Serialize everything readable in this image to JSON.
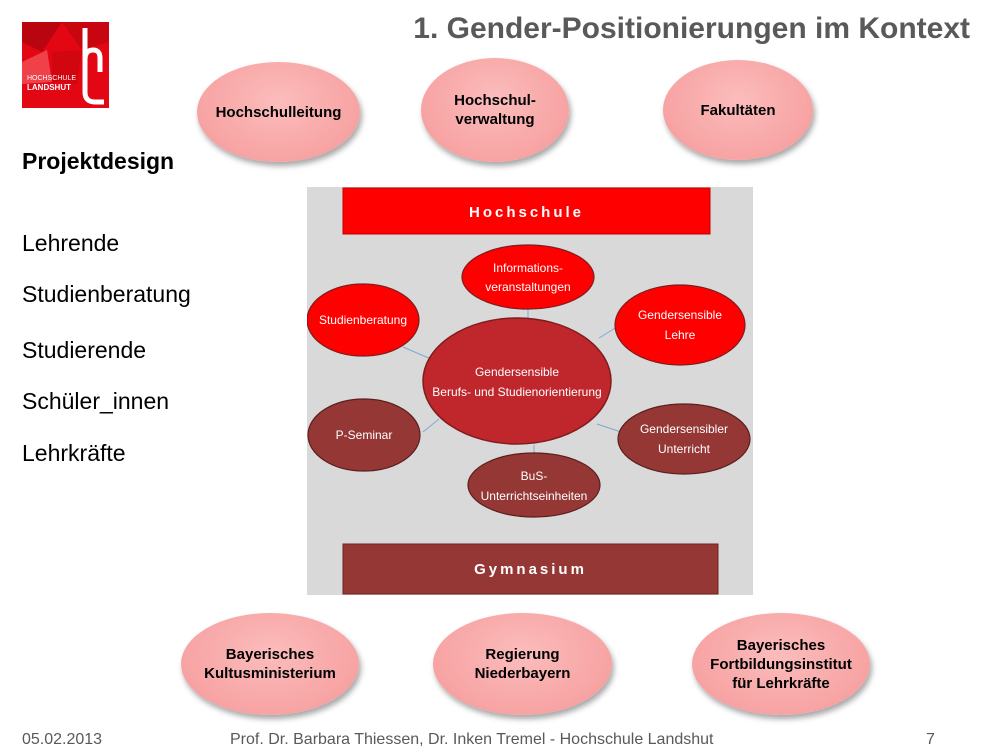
{
  "header": {
    "title": "1. Gender-Positionierungen im Kontext",
    "logo_text_line1": "HOCHSCHULE",
    "logo_text_line2": "LANDSHUT"
  },
  "top_ovals": [
    {
      "label": "Hochschulleitung"
    },
    {
      "label": "Hochschul-\nverwaltung"
    },
    {
      "label": "Fakultäten"
    }
  ],
  "sidebar": {
    "heading": "Projektdesign",
    "items": [
      "Lehrende",
      "Studienberatung",
      "Studierende",
      "Schüler_innen",
      "Lehrkräfte"
    ]
  },
  "diagram": {
    "top_bar": "Hochschule",
    "bottom_bar": "Gymnasium",
    "center": {
      "line1": "Gendersensible",
      "line2": "Berufs- und Studienorientierung"
    },
    "info": {
      "line1": "Informations-",
      "line2": "veranstaltungen"
    },
    "studienberatung": {
      "line1": "Studienberatung"
    },
    "lehre": {
      "line1": "Gendersensible",
      "line2": "Lehre"
    },
    "pseminar": {
      "line1": "P-Seminar"
    },
    "unterricht": {
      "line1": "Gendersensibler",
      "line2": "Unterricht"
    },
    "bus": {
      "line1": "BuS-",
      "line2": "Unterrichtseinheiten"
    },
    "colors": {
      "red": "#ff0000",
      "dark_red": "#953735",
      "center_red": "#c0272d",
      "panel_grey": "#d9d9d9"
    }
  },
  "bottom_ovals": [
    {
      "label": "Bayerisches\nKultusministerium"
    },
    {
      "label": "Regierung\nNiederbayern"
    },
    {
      "label": "Bayerisches\nFortbildungsinstitut\nfür Lehrkräfte"
    }
  ],
  "footer": {
    "date": "05.02.2013",
    "credit": "Prof. Dr. Barbara Thiessen,  Dr. Inken Tremel  - Hochschule Landshut",
    "page": "7"
  }
}
